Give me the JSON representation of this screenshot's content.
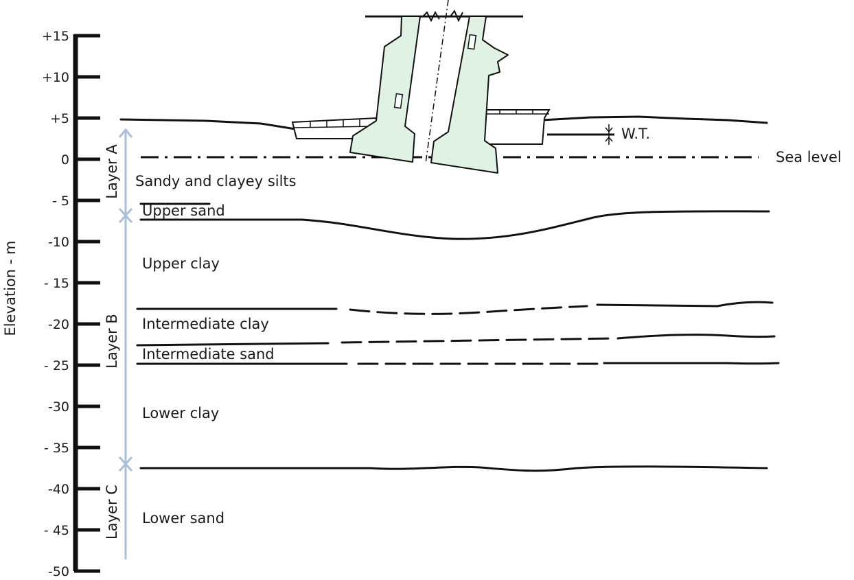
{
  "axis": {
    "label": "Elevation - m",
    "ticks": [
      "+15",
      "+10",
      "+5",
      "0",
      "- 5",
      "-10",
      "- 15",
      "-20",
      "- 25",
      "-30",
      "- 35",
      "-40",
      "- 45",
      "-50"
    ]
  },
  "layers": [
    {
      "name": "Layer A"
    },
    {
      "name": "Layer B"
    },
    {
      "name": "Layer C"
    }
  ],
  "soils": [
    "Sandy and clayey silts",
    "Upper sand",
    "Upper clay",
    "Intermediate clay",
    "Intermediate sand",
    "Lower clay",
    "Lower sand"
  ],
  "annotations": {
    "water_table": "W.T.",
    "sea_level": "Sea level"
  },
  "colors": {
    "tower_fill": "#dff2e4",
    "layer_arrow": "#a9bfdc",
    "ink": "#111111"
  }
}
